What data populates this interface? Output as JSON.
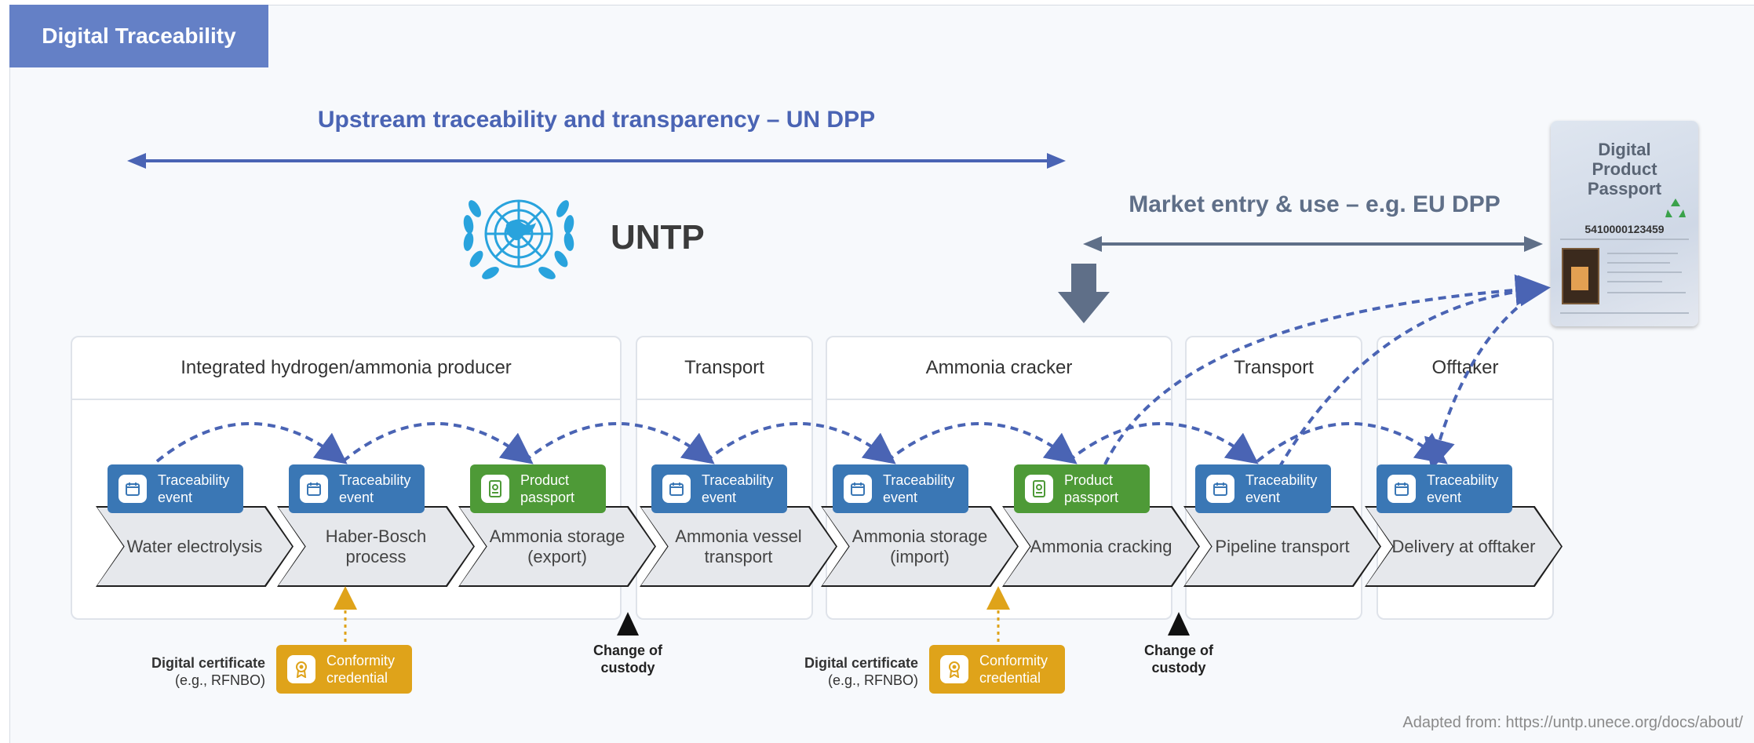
{
  "title": "Digital Traceability",
  "upstream_label": "Upstream traceability and transparency – UN DPP",
  "market_label": "Market entry & use – e.g. EU DPP",
  "untp_label": "UNTP",
  "groups": [
    {
      "label": "Integrated hydrogen/ammonia producer"
    },
    {
      "label": "Transport"
    },
    {
      "label": "Ammonia cracker"
    },
    {
      "label": "Transport"
    },
    {
      "label": "Offtaker"
    }
  ],
  "steps": [
    {
      "label": "Water electrolysis"
    },
    {
      "label": "Haber-Bosch process"
    },
    {
      "label": "Ammonia storage (export)"
    },
    {
      "label": "Ammonia vessel transport"
    },
    {
      "label": "Ammonia storage (import)"
    },
    {
      "label": "Ammonia cracking"
    },
    {
      "label": "Pipeline transport"
    },
    {
      "label": "Delivery at offtaker"
    }
  ],
  "badges": [
    {
      "label": "Traceability\nevent",
      "kind": "traceability-event",
      "icon": "calendar-icon"
    },
    {
      "label": "Traceability\nevent",
      "kind": "traceability-event",
      "icon": "calendar-icon"
    },
    {
      "label": "Product\npassport",
      "kind": "product-passport",
      "icon": "passport-icon"
    },
    {
      "label": "Traceability\nevent",
      "kind": "traceability-event",
      "icon": "calendar-icon"
    },
    {
      "label": "Traceability\nevent",
      "kind": "traceability-event",
      "icon": "calendar-icon"
    },
    {
      "label": "Product\npassport",
      "kind": "product-passport",
      "icon": "passport-icon"
    },
    {
      "label": "Traceability\nevent",
      "kind": "traceability-event",
      "icon": "calendar-icon"
    },
    {
      "label": "Traceability\nevent",
      "kind": "traceability-event",
      "icon": "calendar-icon"
    }
  ],
  "credentials": [
    {
      "label": "Conformity\ncredential",
      "icon": "award-icon",
      "caption_bold": "Digital certificate",
      "caption": "(e.g., RFNBO)"
    },
    {
      "label": "Conformity\ncredential",
      "icon": "award-icon",
      "caption_bold": "Digital certificate",
      "caption": "(e.g., RFNBO)"
    }
  ],
  "custody": [
    {
      "line1": "Change of",
      "line2": "custody"
    },
    {
      "line1": "Change of",
      "line2": "custody"
    }
  ],
  "dpp": {
    "title": "Digital\nProduct\nPassport",
    "code": "5410000123459"
  },
  "footnote": "Adapted from: https://untp.unece.org/docs/about/",
  "colors": {
    "title_bg": "#6480c6",
    "upstream": "#4a64b4",
    "market": "#5f6f88",
    "traceability_event": "#3a77b5",
    "product_passport": "#4e9a37",
    "conformity_credential": "#dfa31a",
    "un_blue": "#29a3dd"
  }
}
